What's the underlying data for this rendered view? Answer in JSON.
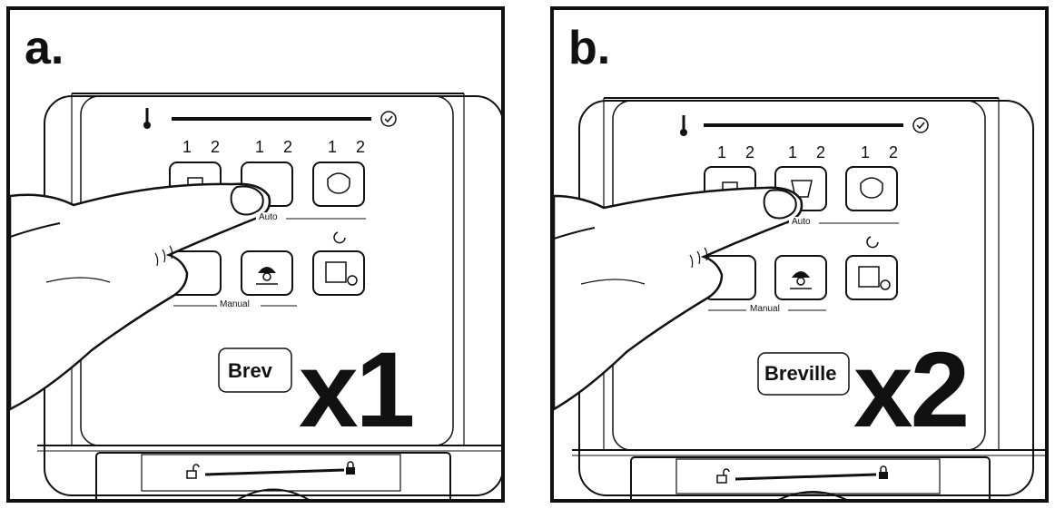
{
  "panels": [
    {
      "label": "a.",
      "multiplier": "x1",
      "brand": "Brev",
      "pair_labels": [
        "1 2",
        "1 2",
        "1 2"
      ],
      "auto_label": "Auto",
      "manual_label": "Manual"
    },
    {
      "label": "b.",
      "multiplier": "x2",
      "brand": "Breville",
      "pair_labels": [
        "1 2",
        "1 2",
        "1 2"
      ],
      "auto_label": "Auto",
      "manual_label": "Manual"
    }
  ],
  "icons": {
    "thermometer": "thermometer-icon",
    "check": "check-circle-icon",
    "espresso": "espresso-cup-icon",
    "latte": "latte-glass-icon",
    "cappuccino": "cappuccino-cup-icon",
    "manual_shot": "manual-shot-icon",
    "manual_milk": "manual-milk-icon",
    "clean": "clean-cycle-icon",
    "unlock": "unlock-icon",
    "lock": "lock-icon",
    "finger": "pressing-finger-icon"
  }
}
